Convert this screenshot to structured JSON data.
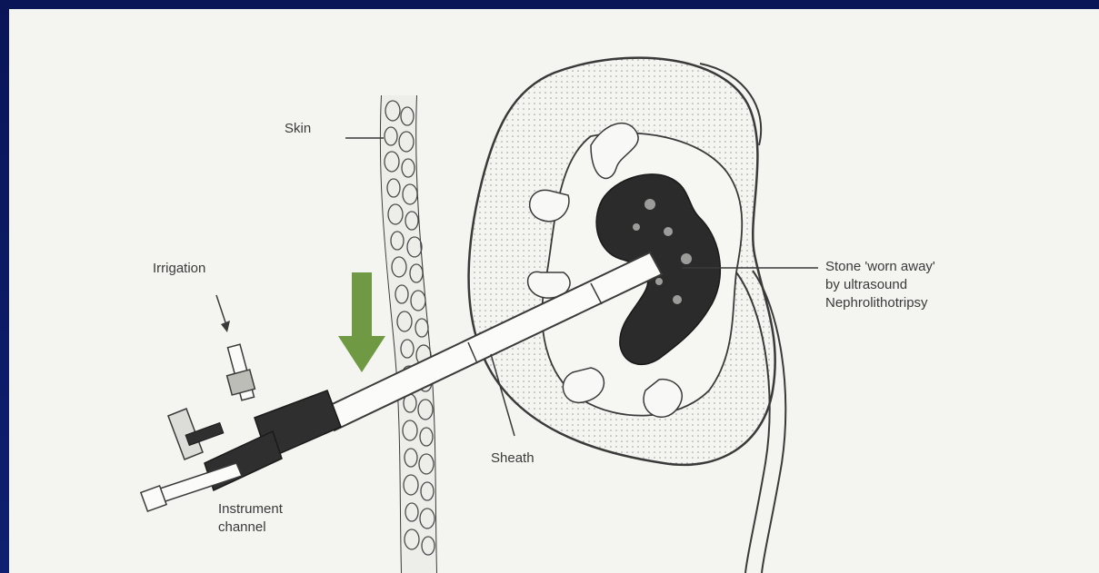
{
  "figure": {
    "labels": {
      "skin": "Skin",
      "irrigation": "Irrigation",
      "stone": [
        "Stone 'worn away'",
        "by ultrasound",
        "Nephrolithotripsy"
      ],
      "sheath": "Sheath",
      "instrument_channel": [
        "Instrument",
        "channel"
      ]
    },
    "colors": {
      "slide_background": "#0c1a5c",
      "panel_background": "#f4f4f1",
      "ink": "#3a3a3a",
      "stone": "#2b2b2b",
      "indicator_arrow": "#6f9a43"
    },
    "icons": {
      "indicator": "down-arrow-icon",
      "irrigation_pointer": "down-arrow-icon"
    }
  }
}
